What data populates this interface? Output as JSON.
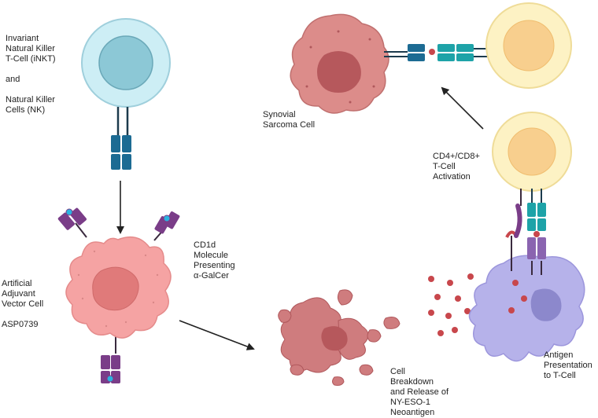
{
  "labels": {
    "inkt_nk": "Invariant\nNatural Killer\nT-Cell (iNKT)\n\nand\n\nNatural Killer\nCells (NK)",
    "synovial": "Synovial\nSarcoma Cell",
    "activation": "CD4+/CD8+\nT-Cell\nActivation",
    "cd1d": "CD1d\nMolecule\nPresenting\nα-GalCer",
    "vector_cell": "Artificial\nAdjuvant\nVector Cell\n\nASP0739",
    "breakdown": "Cell\nBreakdown\nand Release of\nNY-ESO-1\nNeoantigen",
    "presentation": "Antigen\nPresentation\nto T-Cell"
  },
  "colors": {
    "nk_cell": "#cdeef5",
    "nk_nucleus": "#8cc8d6",
    "t_cell": "#fdf2c4",
    "t_nucleus": "#f8cf8e",
    "tumor": "#dc8c8a",
    "tumor_nucleus": "#b6585c",
    "vector_cell": "#f5a3a3",
    "vector_nucleus": "#e07a7a",
    "dendritic": "#b6b2ea",
    "dendritic_nucleus": "#8c88cc",
    "tcr": "#1ea3a8",
    "nk_receptor": "#1c6b93",
    "cd1d": "#7a3d88",
    "antigen": "#c8474c",
    "galcer": "#2bb3e0"
  }
}
